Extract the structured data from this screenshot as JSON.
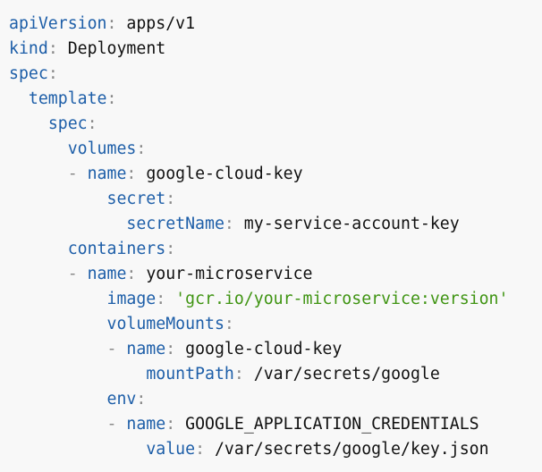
{
  "lines": [
    {
      "indent": 0,
      "dash": false,
      "key": "apiVersion",
      "value": "apps/v1",
      "type": "plain"
    },
    {
      "indent": 0,
      "dash": false,
      "key": "kind",
      "value": "Deployment",
      "type": "plain"
    },
    {
      "indent": 0,
      "dash": false,
      "key": "spec",
      "value": "",
      "type": "plain"
    },
    {
      "indent": 1,
      "dash": false,
      "key": "template",
      "value": "",
      "type": "plain"
    },
    {
      "indent": 2,
      "dash": false,
      "key": "spec",
      "value": "",
      "type": "plain"
    },
    {
      "indent": 3,
      "dash": false,
      "key": "volumes",
      "value": "",
      "type": "plain"
    },
    {
      "indent": 4,
      "dash": true,
      "key": "name",
      "value": "google-cloud-key",
      "type": "plain"
    },
    {
      "indent": 5,
      "dash": false,
      "key": "secret",
      "value": "",
      "type": "plain"
    },
    {
      "indent": 6,
      "dash": false,
      "key": "secretName",
      "value": "my-service-account-key",
      "type": "plain"
    },
    {
      "indent": 3,
      "dash": false,
      "key": "containers",
      "value": "",
      "type": "plain"
    },
    {
      "indent": 4,
      "dash": true,
      "key": "name",
      "value": "your-microservice",
      "type": "plain"
    },
    {
      "indent": 5,
      "dash": false,
      "key": "image",
      "value": "'gcr.io/your-microservice:version'",
      "type": "string"
    },
    {
      "indent": 5,
      "dash": false,
      "key": "volumeMounts",
      "value": "",
      "type": "plain"
    },
    {
      "indent": 6,
      "dash": true,
      "key": "name",
      "value": "google-cloud-key",
      "type": "plain"
    },
    {
      "indent": 7,
      "dash": false,
      "key": "mountPath",
      "value": "/var/secrets/google",
      "type": "plain"
    },
    {
      "indent": 5,
      "dash": false,
      "key": "env",
      "value": "",
      "type": "plain"
    },
    {
      "indent": 6,
      "dash": true,
      "key": "name",
      "value": "GOOGLE_APPLICATION_CREDENTIALS",
      "type": "plain"
    },
    {
      "indent": 7,
      "dash": false,
      "key": "value",
      "value": "/var/secrets/google/key.json",
      "type": "plain"
    }
  ]
}
